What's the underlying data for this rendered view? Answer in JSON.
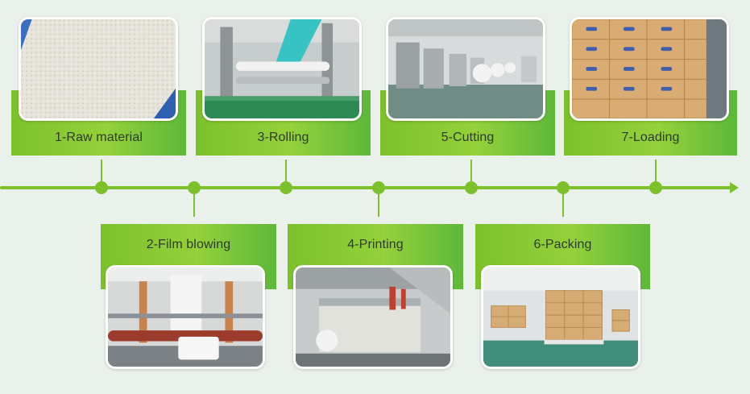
{
  "steps": [
    {
      "id": 1,
      "label": "1-Raw material",
      "position": "top",
      "photo": "raw-material-granules"
    },
    {
      "id": 2,
      "label": "2-Film blowing",
      "position": "bottom",
      "photo": "film-blowing-machine"
    },
    {
      "id": 3,
      "label": "3-Rolling",
      "position": "top",
      "photo": "rolling-machine"
    },
    {
      "id": 4,
      "label": "4-Printing",
      "position": "bottom",
      "photo": "printing-press"
    },
    {
      "id": 5,
      "label": "5-Cutting",
      "position": "top",
      "photo": "cutting-line"
    },
    {
      "id": 6,
      "label": "6-Packing",
      "position": "bottom",
      "photo": "packed-cartons-on-pallet"
    },
    {
      "id": 7,
      "label": "7-Loading",
      "position": "top",
      "photo": "stacked-cartons"
    }
  ],
  "colors": {
    "accent": "#7cc12b",
    "background": "#e9f1ea",
    "label_text": "#2f3a2a"
  }
}
